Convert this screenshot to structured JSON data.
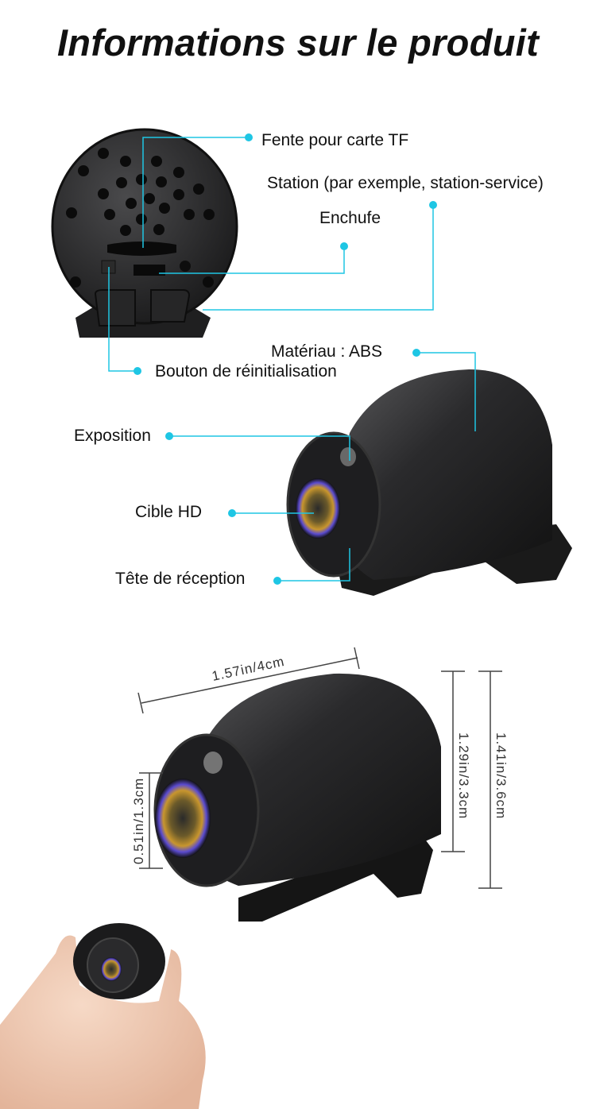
{
  "title": "Informations sur le produit",
  "callouts": {
    "tf_slot": "Fente pour carte TF",
    "station": "Station (par exemple, station-service)",
    "plug": "Enchufe",
    "material": "Matériau : ABS",
    "reset": "Bouton de réinitialisation",
    "exposure": "Exposition",
    "hd_target": "Cible HD",
    "receiver": "Tête de réception"
  },
  "dimensions": {
    "length": "1.57in/4cm",
    "body_height": "1.29in/3.3cm",
    "total_height": "1.41in/3.6cm",
    "lens": "0.51in/1.3cm"
  },
  "colors": {
    "callout": "#1ec6e4",
    "body": "#1c1c1e"
  }
}
